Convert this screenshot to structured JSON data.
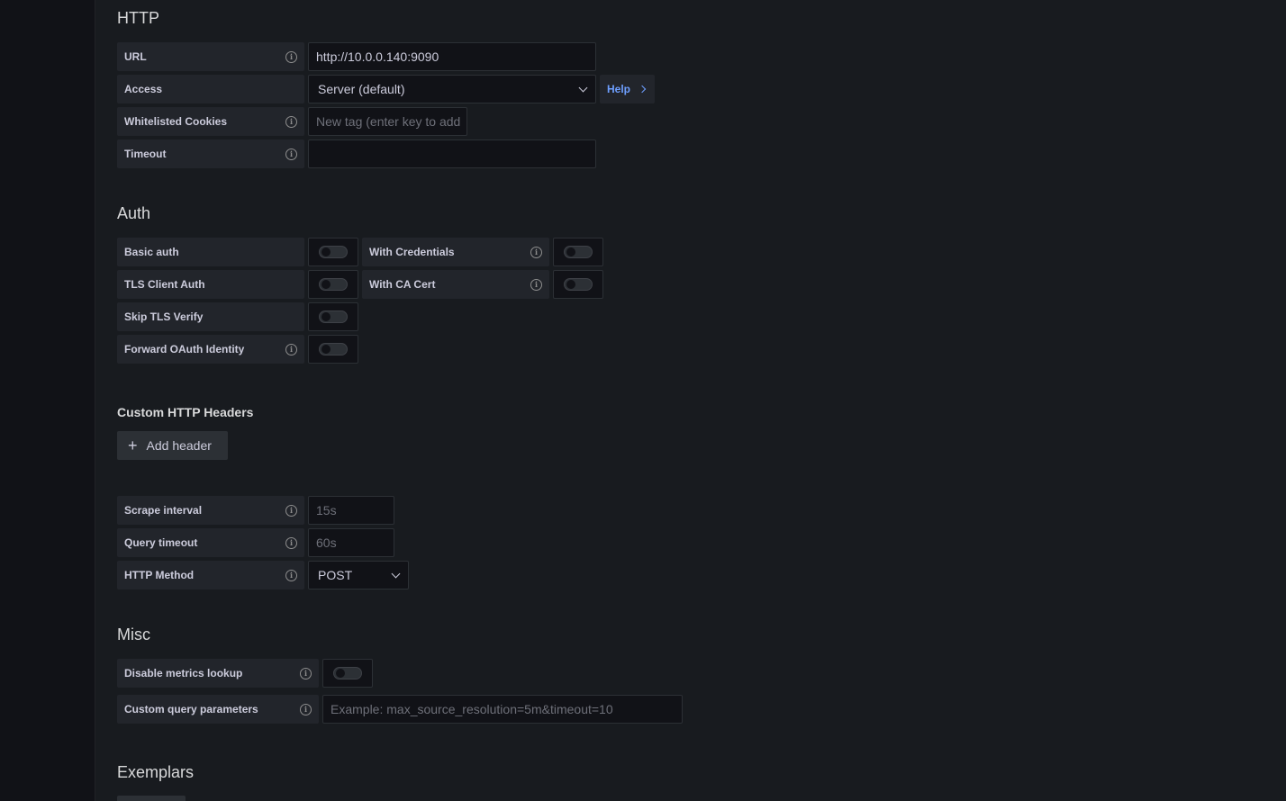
{
  "http": {
    "title": "HTTP",
    "url_label": "URL",
    "url_value": "http://10.0.0.140:9090",
    "access_label": "Access",
    "access_value": "Server (default)",
    "help_label": "Help",
    "cookies_label": "Whitelisted Cookies",
    "cookies_placeholder": "New tag (enter key to add",
    "timeout_label": "Timeout",
    "timeout_value": ""
  },
  "auth": {
    "title": "Auth",
    "basic_auth": "Basic auth",
    "with_credentials": "With Credentials",
    "tls_client_auth": "TLS Client Auth",
    "with_ca_cert": "With CA Cert",
    "skip_tls_verify": "Skip TLS Verify",
    "forward_oauth": "Forward OAuth Identity",
    "toggles": {
      "basic_auth": false,
      "with_credentials": false,
      "tls_client_auth": false,
      "with_ca_cert": false,
      "skip_tls_verify": false,
      "forward_oauth": false
    }
  },
  "headers": {
    "title": "Custom HTTP Headers",
    "add_label": "Add header"
  },
  "prometheus": {
    "scrape_label": "Scrape interval",
    "scrape_placeholder": "15s",
    "query_timeout_label": "Query timeout",
    "query_timeout_placeholder": "60s",
    "method_label": "HTTP Method",
    "method_value": "POST"
  },
  "misc": {
    "title": "Misc",
    "disable_metrics_label": "Disable metrics lookup",
    "custom_query_label": "Custom query parameters",
    "custom_query_placeholder": "Example: max_source_resolution=5m&timeout=10",
    "disable_metrics": false
  },
  "exemplars": {
    "title": "Exemplars"
  },
  "colors": {
    "background": "#181b1f",
    "label_bg": "#22252b",
    "input_bg": "#111217",
    "link": "#6e9fff"
  }
}
